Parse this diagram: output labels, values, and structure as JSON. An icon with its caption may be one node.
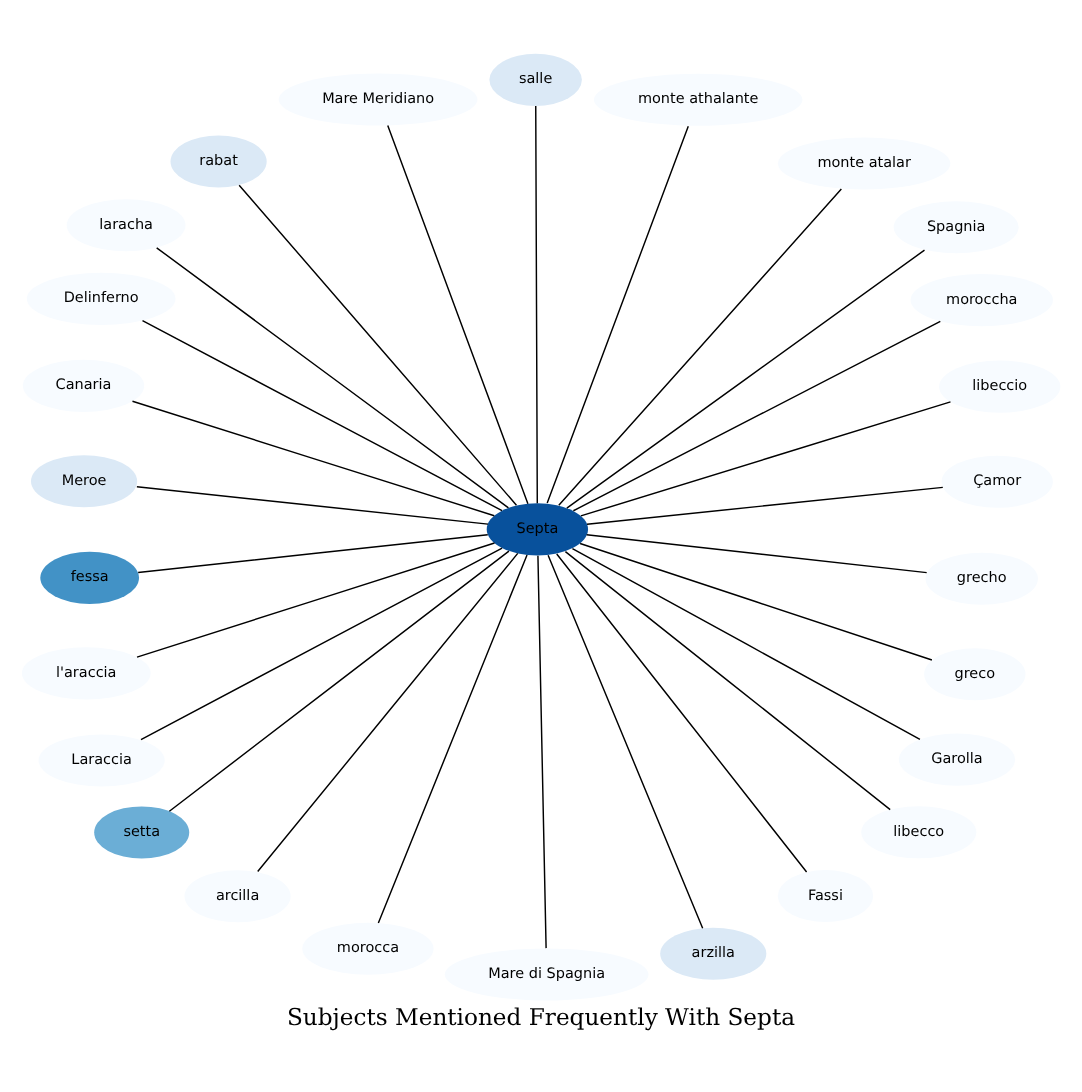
{
  "diagram": {
    "title": "Subjects Mentioned Frequently With Septa",
    "nodes": [
      {
        "text": [
          "Septa"
        ]
      },
      {
        "text": [
          "Çamor"
        ]
      },
      {
        "text": [
          "libeccio"
        ]
      },
      {
        "text": [
          "moroccha"
        ]
      },
      {
        "text": [
          "Spagnia"
        ]
      },
      {
        "text": [
          "monte atalar"
        ]
      },
      {
        "text": [
          "monte athalante"
        ]
      },
      {
        "text": [
          "salle"
        ]
      },
      {
        "text": [
          "Mare Meridiano"
        ]
      },
      {
        "text": [
          "rabat"
        ]
      },
      {
        "text": [
          "laracha"
        ]
      },
      {
        "text": [
          "Delinferno"
        ]
      },
      {
        "text": [
          "Canaria"
        ]
      },
      {
        "text": [
          "Meroe"
        ]
      },
      {
        "text": [
          "fessa"
        ]
      },
      {
        "text": [
          "l'araccia"
        ]
      },
      {
        "text": [
          "Laraccia"
        ]
      },
      {
        "text": [
          "setta"
        ]
      },
      {
        "text": [
          "arcilla"
        ]
      },
      {
        "text": [
          "morocca"
        ]
      },
      {
        "text": [
          "Mare di Spagnia"
        ]
      },
      {
        "text": [
          "arzilla"
        ]
      },
      {
        "text": [
          "Fassi"
        ]
      },
      {
        "text": [
          "libecco"
        ]
      },
      {
        "text": [
          "Garolla"
        ]
      },
      {
        "text": [
          "greco"
        ]
      },
      {
        "text": [
          "grecho"
        ]
      }
    ],
    "edges": [
      {
        "from": 0,
        "to": 1,
        "arrow": "none"
      },
      {
        "from": 0,
        "to": 2,
        "arrow": "none"
      },
      {
        "from": 0,
        "to": 3,
        "arrow": "none"
      },
      {
        "from": 0,
        "to": 4,
        "arrow": "none"
      },
      {
        "from": 0,
        "to": 5,
        "arrow": "none"
      },
      {
        "from": 0,
        "to": 6,
        "arrow": "none"
      },
      {
        "from": 0,
        "to": 7,
        "arrow": "none"
      },
      {
        "from": 0,
        "to": 8,
        "arrow": "none"
      },
      {
        "from": 0,
        "to": 9,
        "arrow": "none"
      },
      {
        "from": 0,
        "to": 10,
        "arrow": "none"
      },
      {
        "from": 0,
        "to": 11,
        "arrow": "none"
      },
      {
        "from": 0,
        "to": 12,
        "arrow": "none"
      },
      {
        "from": 0,
        "to": 13,
        "arrow": "none"
      },
      {
        "from": 0,
        "to": 14,
        "arrow": "none"
      },
      {
        "from": 0,
        "to": 15,
        "arrow": "none"
      },
      {
        "from": 0,
        "to": 16,
        "arrow": "none"
      },
      {
        "from": 0,
        "to": 17,
        "arrow": "none"
      },
      {
        "from": 0,
        "to": 18,
        "arrow": "none"
      },
      {
        "from": 0,
        "to": 19,
        "arrow": "none"
      },
      {
        "from": 0,
        "to": 20,
        "arrow": "none"
      },
      {
        "from": 0,
        "to": 21,
        "arrow": "none"
      },
      {
        "from": 0,
        "to": 22,
        "arrow": "none"
      },
      {
        "from": 0,
        "to": 23,
        "arrow": "none"
      },
      {
        "from": 0,
        "to": 24,
        "arrow": "none"
      },
      {
        "from": 0,
        "to": 25,
        "arrow": "none"
      },
      {
        "from": 0,
        "to": 26,
        "arrow": "none"
      }
    ]
  }
}
